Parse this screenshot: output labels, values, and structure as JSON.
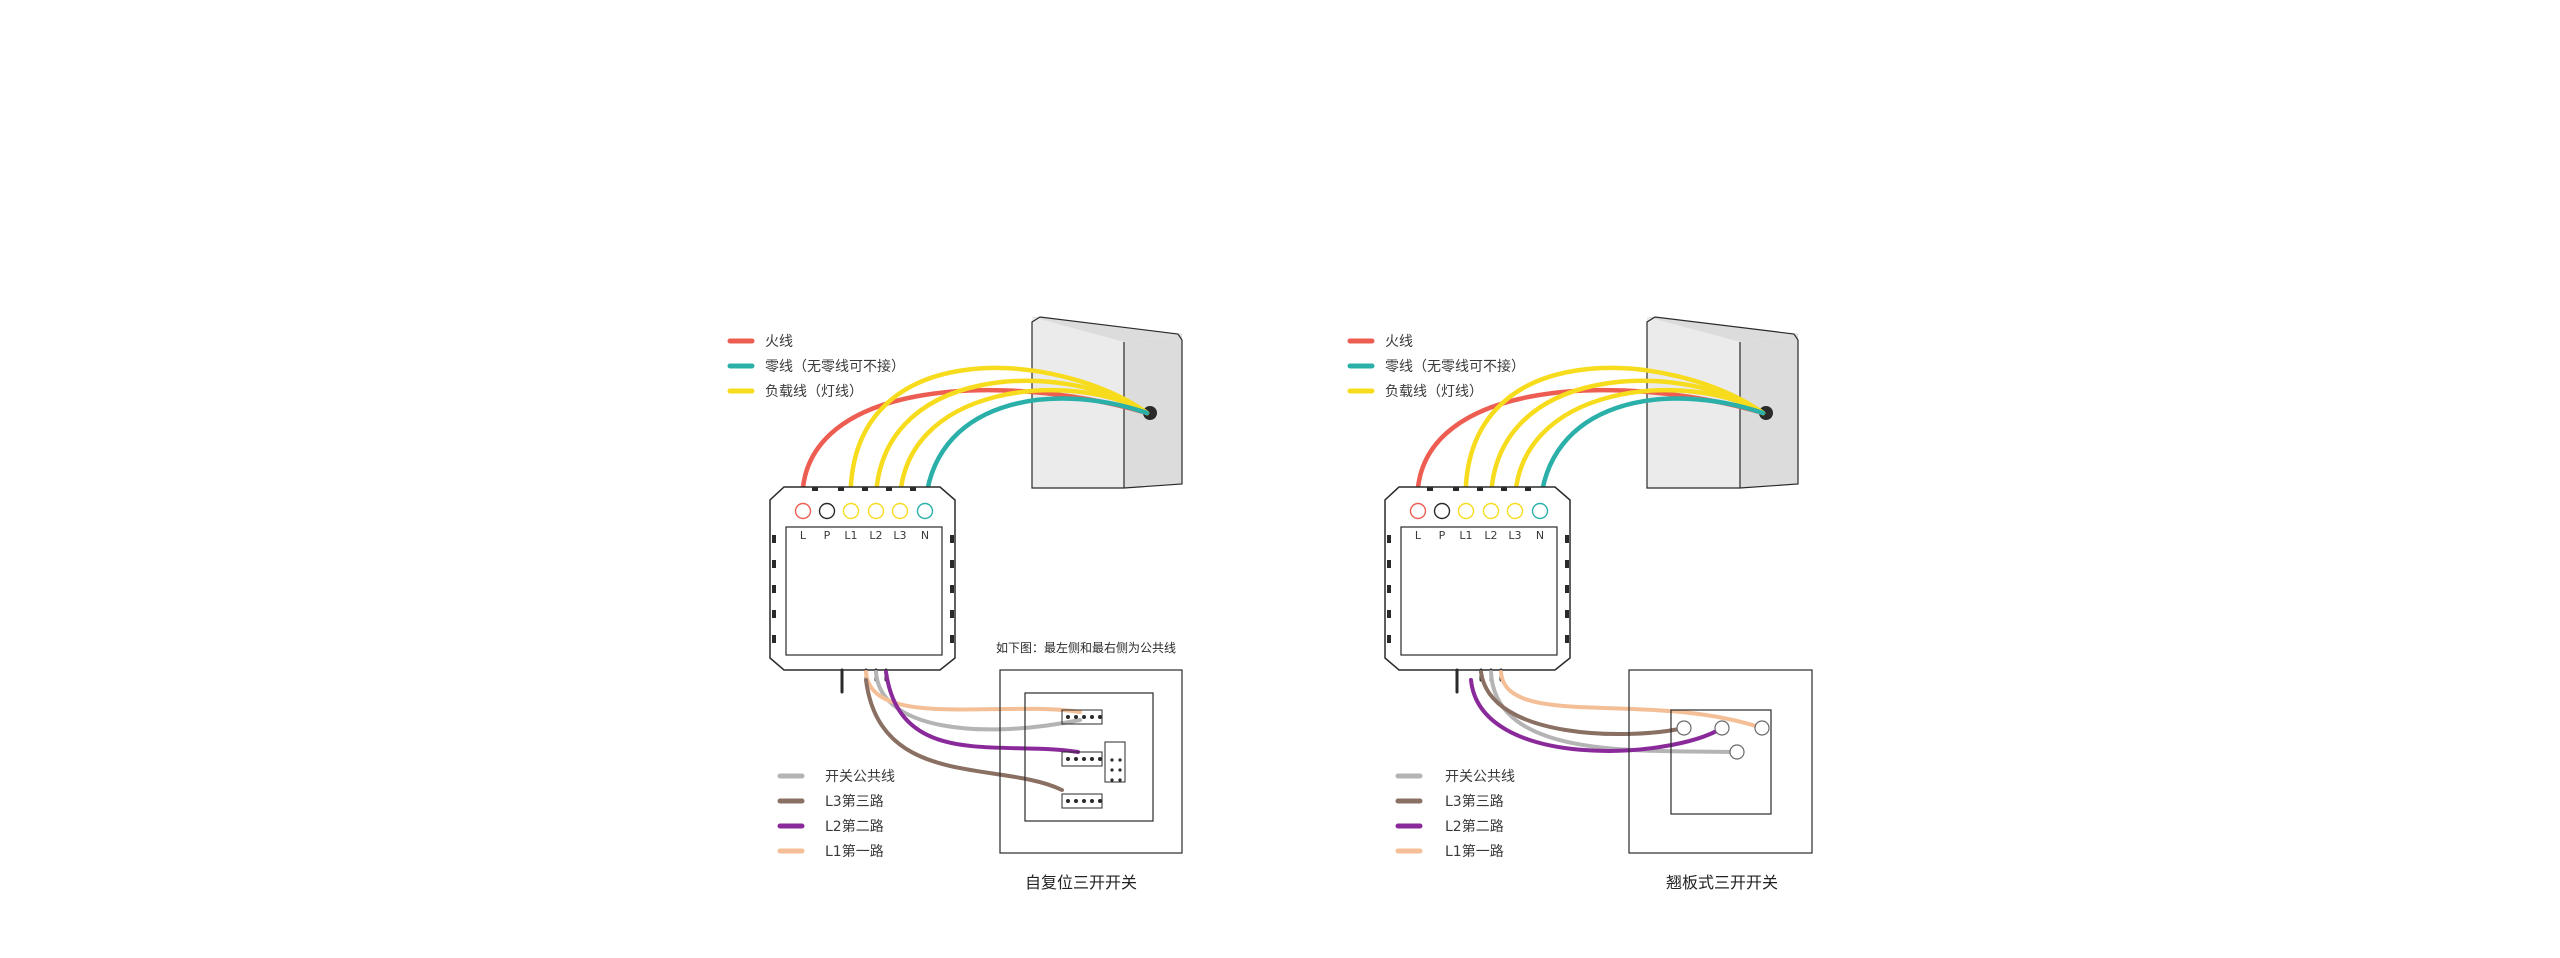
{
  "colors": {
    "live": "#ee5d52",
    "neutral": "#2bb0a9",
    "load": "#f7dc1e",
    "common": "#b4b4b4",
    "l3": "#8a6f63",
    "l2": "#8a2a9a",
    "l1": "#f4bf96",
    "outline": "#2a2a2a",
    "wall_front": "#ebebeb",
    "wall_side": "#dcdcdc"
  },
  "top_legend": [
    {
      "label": "火线",
      "color_key": "live"
    },
    {
      "label": "零线（无零线可不接）",
      "color_key": "neutral"
    },
    {
      "label": "负载线（灯线）",
      "color_key": "load"
    }
  ],
  "bottom_legend": [
    {
      "label": "开关公共线",
      "color_key": "common"
    },
    {
      "label": "L3第三路",
      "color_key": "l3"
    },
    {
      "label": "L2第二路",
      "color_key": "l2"
    },
    {
      "label": "L1第一路",
      "color_key": "l1"
    }
  ],
  "terminals": [
    "L",
    "P",
    "L1",
    "L2",
    "L3",
    "N"
  ],
  "diagrams": [
    {
      "switch_type": "self-reset",
      "note": "如下图：最左侧和最右侧为公共线",
      "caption": "自复位三开开关"
    },
    {
      "switch_type": "rocker",
      "note": "",
      "caption": "翘板式三开开关"
    }
  ]
}
